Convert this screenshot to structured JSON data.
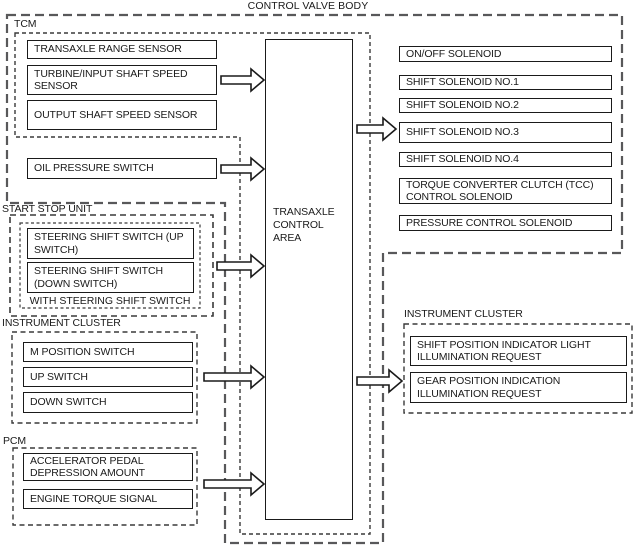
{
  "diagram": {
    "title": "CONTROL VALVE BODY",
    "tcm": {
      "label": "TCM",
      "sensors": [
        "TRANSAXLE RANGE SENSOR",
        "TURBINE/INPUT SHAFT SPEED SENSOR",
        "OUTPUT SHAFT SPEED SENSOR"
      ]
    },
    "oil_pressure_switch": "OIL PRESSURE SWITCH",
    "start_stop_unit": {
      "label": "START STOP UNIT",
      "switches": [
        "STEERING SHIFT SWITCH (UP SWITCH)",
        "STEERING SHIFT SWITCH (DOWN SWITCH)"
      ],
      "caption": "WITH STEERING SHIFT SWITCH"
    },
    "instrument_cluster_inputs": {
      "label": "INSTRUMENT CLUSTER",
      "switches": [
        "M POSITION SWITCH",
        "UP SWITCH",
        "DOWN SWITCH"
      ]
    },
    "pcm": {
      "label": "PCM",
      "signals": [
        "ACCELERATOR PEDAL DEPRESSION AMOUNT",
        "ENGINE TORQUE SIGNAL"
      ]
    },
    "transaxle_control_area": "TRANSAXLE CONTROL AREA",
    "solenoids": [
      "ON/OFF SOLENOID",
      "SHIFT SOLENOID NO.1",
      "SHIFT SOLENOID NO.2",
      "SHIFT SOLENOID NO.3",
      "SHIFT SOLENOID NO.4",
      "TORQUE CONVERTER CLUTCH (TCC) CONTROL SOLENOID",
      "PRESSURE CONTROL SOLENOID"
    ],
    "instrument_cluster_outputs": {
      "label": "INSTRUMENT CLUSTER",
      "requests": [
        "SHIFT POSITION INDICATOR LIGHT ILLUMINATION REQUEST",
        "GEAR POSITION INDICATION ILLUMINATION REQUEST"
      ]
    },
    "colors": {
      "outer_dash": "#58585a",
      "inner_dash": "#3a3a3a",
      "line": "#1a1a1a",
      "background": "#ffffff"
    }
  }
}
